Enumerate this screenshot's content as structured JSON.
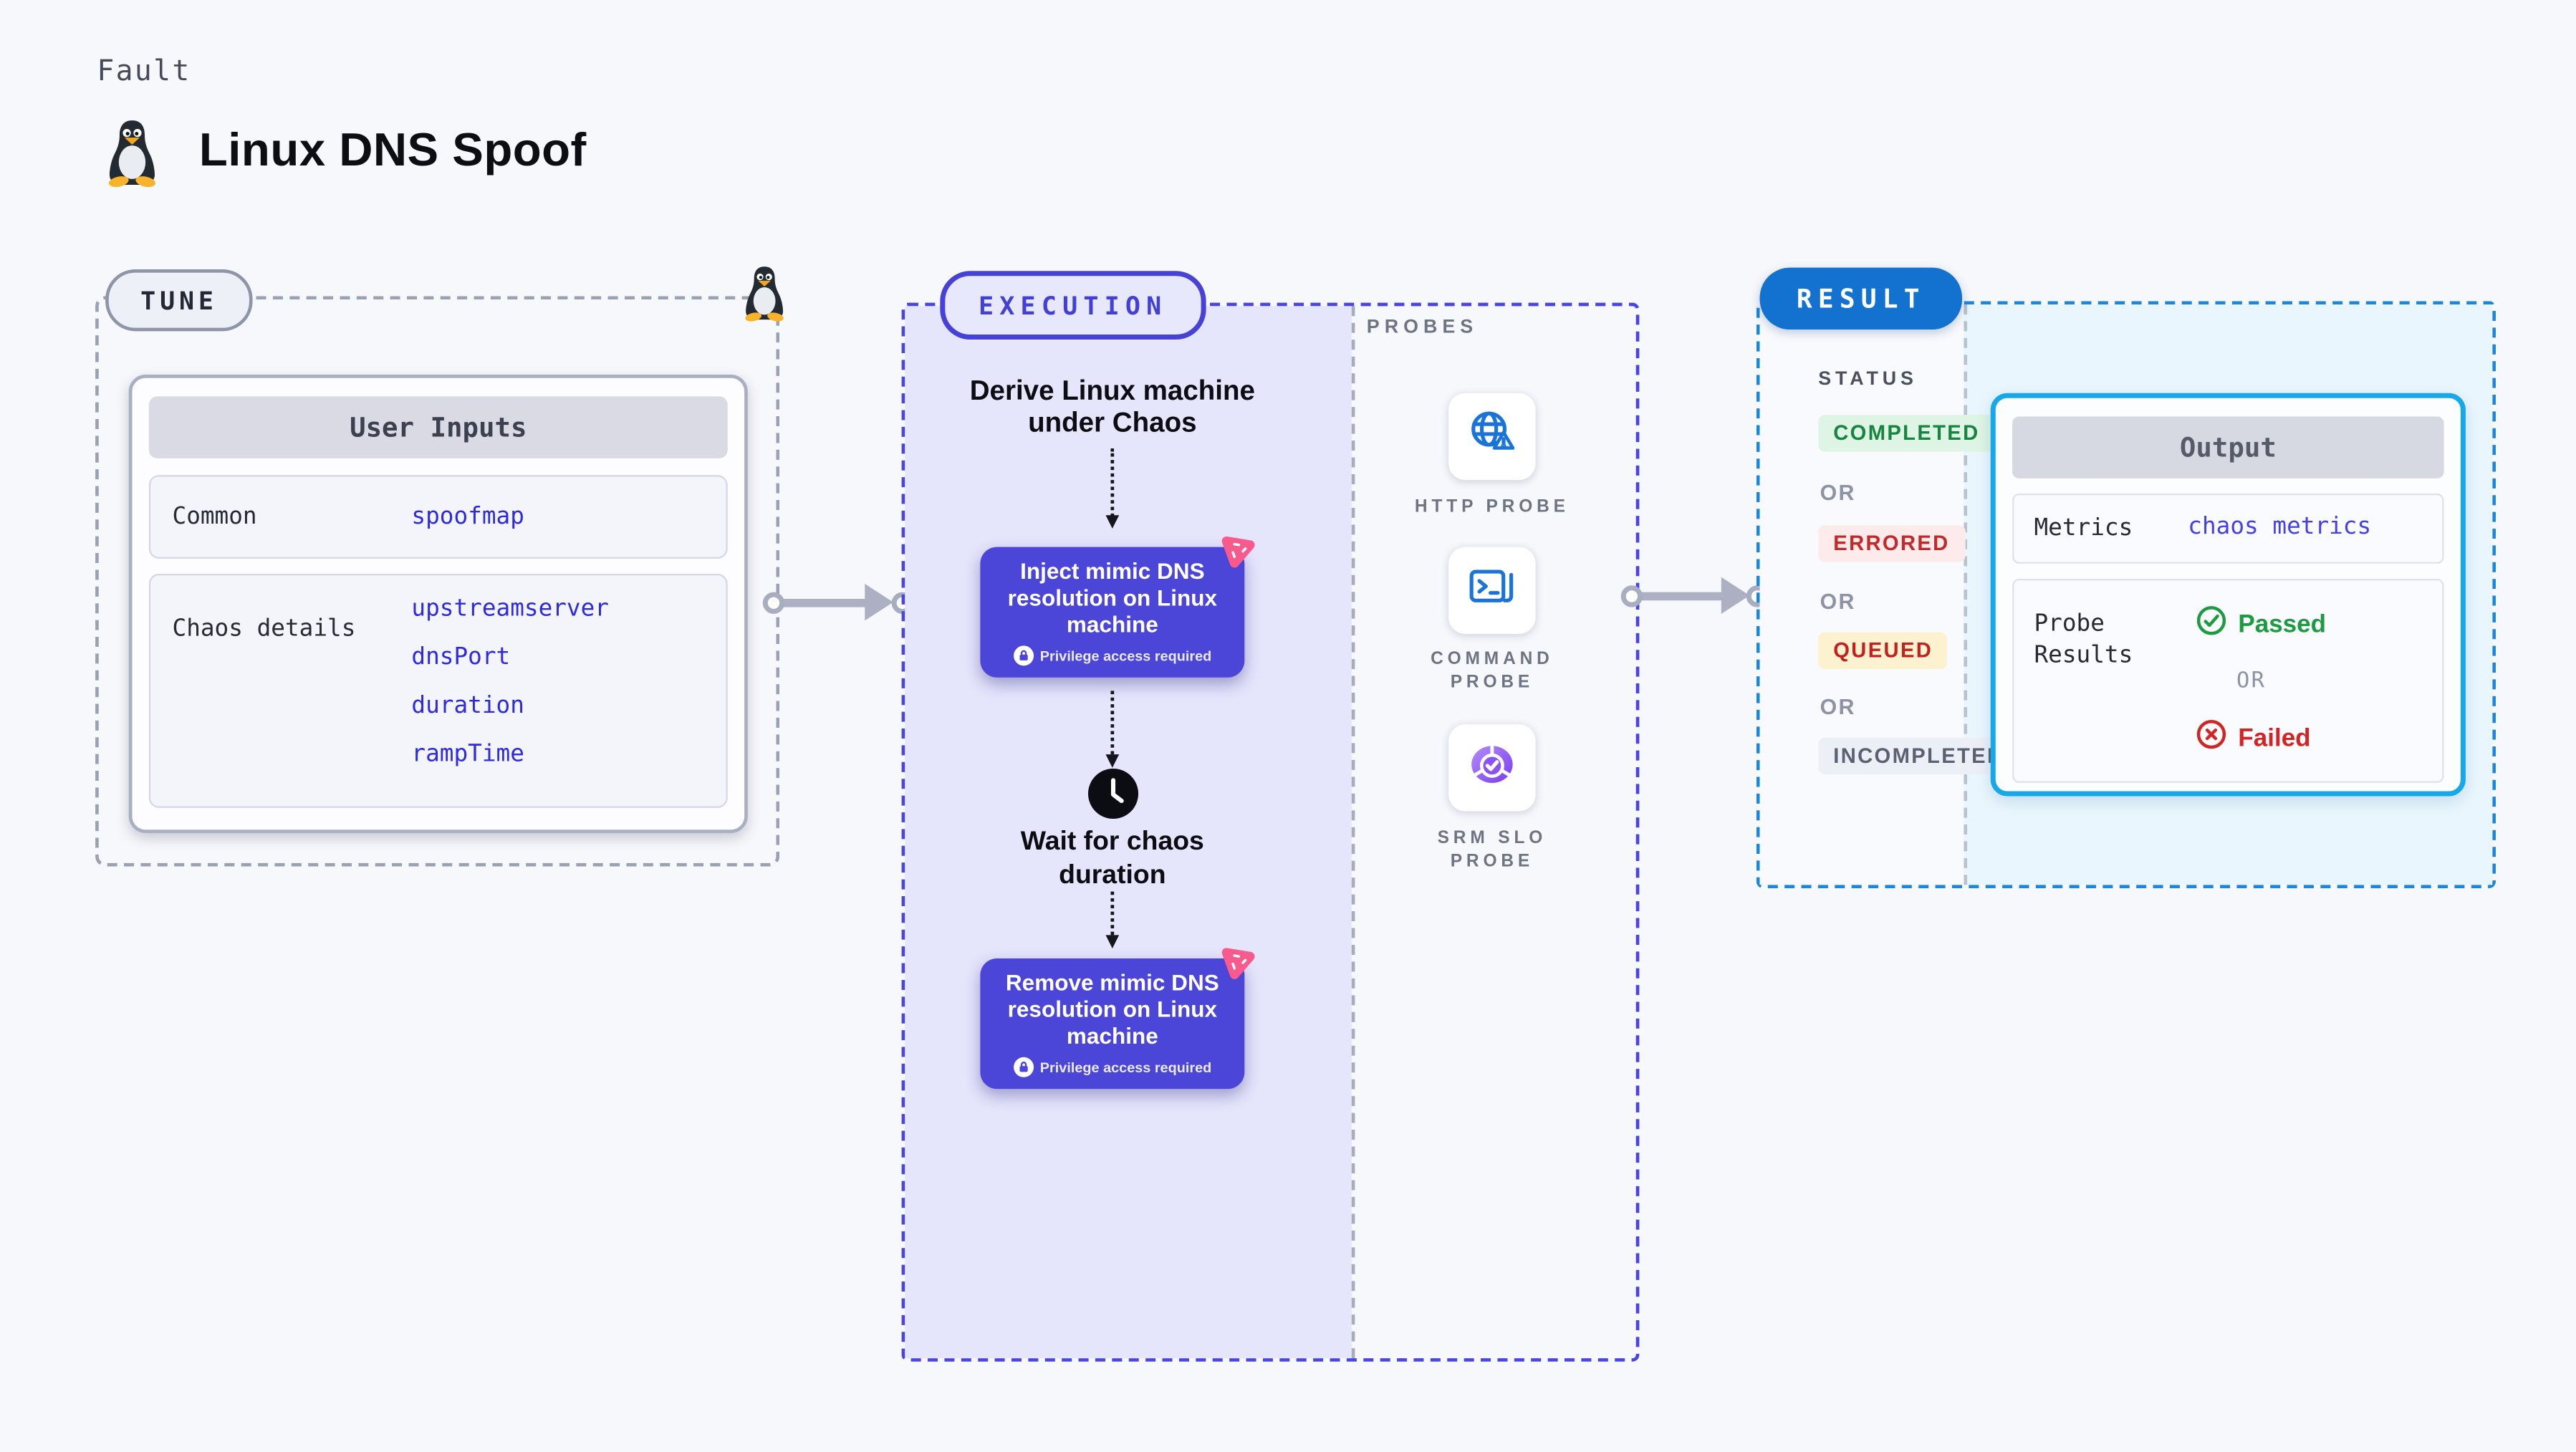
{
  "header": {
    "kicker": "Fault",
    "title": "Linux DNS Spoof",
    "title_icon": "tux-penguin-icon"
  },
  "tune": {
    "badge": "TUNE",
    "corner_icon": "tux-penguin-icon",
    "card": {
      "title": "User Inputs",
      "rows": [
        {
          "label": "Common",
          "values": [
            "spoofmap"
          ]
        },
        {
          "label": "Chaos details",
          "values": [
            "upstreamserver",
            "dnsPort",
            "duration",
            "rampTime"
          ]
        }
      ]
    }
  },
  "execution": {
    "badge": "EXECUTION",
    "derive_label": "Derive Linux machine under Chaos",
    "inject_step": {
      "label": "Inject mimic DNS resolution on Linux machine",
      "note": "Privilege access required"
    },
    "wait_label": "Wait for chaos duration",
    "remove_step": {
      "label": "Remove mimic DNS resolution on Linux machine",
      "note": "Privilege access required"
    }
  },
  "probes": {
    "title": "PROBES",
    "items": [
      {
        "label": "HTTP PROBE",
        "icon": "globe-alert-icon"
      },
      {
        "label": "COMMAND PROBE",
        "icon": "terminal-icon"
      },
      {
        "label": "SRM SLO PROBE",
        "icon": "slo-gauge-icon"
      }
    ]
  },
  "result": {
    "badge": "RESULT",
    "status": {
      "title": "STATUS",
      "or_label": "OR",
      "badges": [
        {
          "label": "COMPLETED",
          "type": "success"
        },
        {
          "label": "ERRORED",
          "type": "error"
        },
        {
          "label": "QUEUED",
          "type": "queued"
        },
        {
          "label": "INCOMPLETED",
          "type": "neutral"
        }
      ]
    },
    "output": {
      "title": "Output",
      "metrics_label": "Metrics",
      "metrics_value": "chaos metrics",
      "probe_results_label": "Probe Results",
      "passed_label": "Passed",
      "or_label": "OR",
      "failed_label": "Failed"
    }
  },
  "colors": {
    "accent_indigo": "#4b45d8",
    "execution_border": "#4945de",
    "lavender_bg": "#e5e5fc",
    "tune_border_gray": "#9aa1b2",
    "result_badge_blue": "#1372cf",
    "result_border_blue": "#1b87dc",
    "output_border_cyan": "#17a8ea",
    "cyan_bg": "#e9f6fd",
    "value_blue": "#2e2ae2",
    "probe_icon_blue": "#1a73d9",
    "success_green": "#1d9b40",
    "failed_red": "#d32424",
    "queued_bg": "#fdf2cf",
    "chaos_pink": "#f85a8e",
    "arrow_gray": "#adb0c2"
  }
}
